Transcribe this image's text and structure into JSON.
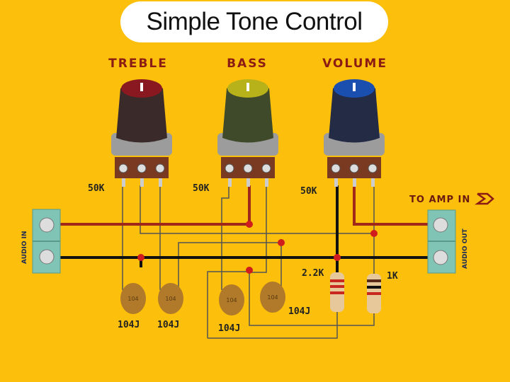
{
  "title": "Simple Tone Control",
  "pots": [
    {
      "label": "TREBLE",
      "value": "50K",
      "knob_color": "#8a1820"
    },
    {
      "label": "BASS",
      "value": "50K",
      "knob_color": "#b8b21a"
    },
    {
      "label": "VOLUME",
      "value": "50K",
      "knob_color": "#1a4fb0"
    }
  ],
  "capacitors": [
    {
      "value": "104J",
      "marking": "104"
    },
    {
      "value": "104J",
      "marking": "104"
    },
    {
      "value": "104J",
      "marking": "104"
    },
    {
      "value": "104J",
      "marking": "104"
    }
  ],
  "resistors": [
    {
      "value": "2.2K"
    },
    {
      "value": "1K"
    }
  ],
  "connectors": {
    "input": "AUDIO IN",
    "output": "AUDIO OUT",
    "amp_label": "TO AMP IN"
  },
  "colors": {
    "background": "#fcbf0b",
    "signal_wire": "#a0281a",
    "ground_wire": "#111111",
    "junction": "#d01c1c",
    "terminal": "#7fc4b4"
  }
}
